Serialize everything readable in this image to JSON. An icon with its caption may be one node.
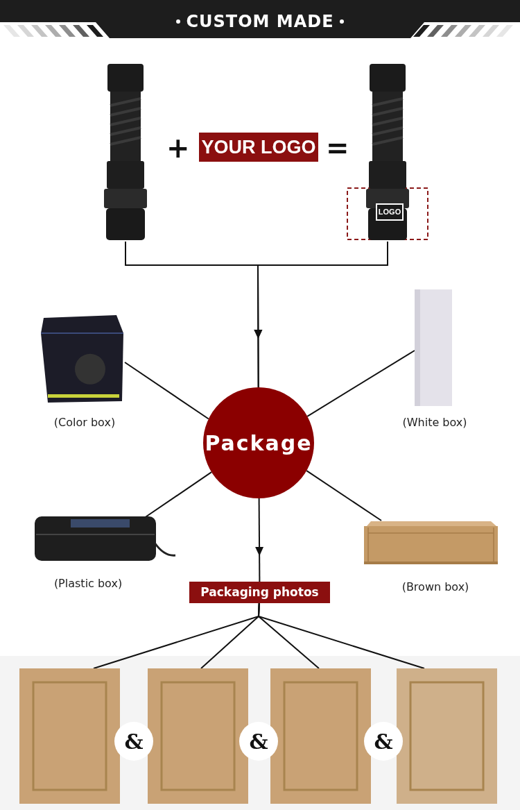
{
  "diagram": {
    "title": "CUSTOM MADE",
    "nodes": [
      {
        "text": [],
        "shape": "picture"
      },
      {
        "text": [
          "YOUR LOGO"
        ]
      },
      {
        "text": [],
        "shape": "picture"
      },
      {
        "text": [
          "LOGO"
        ],
        "in": 2
      },
      {
        "text": [
          "Package"
        ]
      },
      {
        "text": [],
        "shape": "picture",
        "beside": [
          "(Color box)"
        ]
      },
      {
        "text": [],
        "shape": "picture",
        "beside": [
          "(White box)"
        ]
      },
      {
        "text": [],
        "shape": "picture",
        "beside": [
          "(Plastic box)"
        ]
      },
      {
        "text": [],
        "shape": "picture",
        "beside": [
          "(Brown box)"
        ]
      },
      {
        "text": [
          "Packaging photos"
        ]
      },
      {
        "text": [],
        "shape": "picture"
      },
      {
        "text": [],
        "shape": "picture"
      },
      {
        "text": [],
        "shape": "picture"
      },
      {
        "text": [],
        "shape": "picture"
      },
      {
        "text": [
          "&"
        ]
      },
      {
        "text": [
          "&"
        ]
      },
      {
        "text": [
          "&"
        ]
      }
    ],
    "edges": [
      {
        "from": 0,
        "to": 4,
        "arrow": "to"
      },
      {
        "from": 2,
        "to": 4,
        "arrow": "to"
      },
      {
        "from": 5,
        "to": 4,
        "arrow": "none"
      },
      {
        "from": 6,
        "to": 4,
        "arrow": "none"
      },
      {
        "from": 7,
        "to": 4,
        "arrow": "none"
      },
      {
        "from": 8,
        "to": 4,
        "arrow": "none"
      },
      {
        "from": 4,
        "to": 9,
        "arrow": "to"
      },
      {
        "from": 9,
        "to": 10,
        "arrow": "none"
      },
      {
        "from": 9,
        "to": 11,
        "arrow": "none"
      },
      {
        "from": 9,
        "to": 12,
        "arrow": "none"
      },
      {
        "from": 9,
        "to": 13,
        "arrow": "none"
      }
    ],
    "labels": [
      "+",
      "="
    ]
  }
}
